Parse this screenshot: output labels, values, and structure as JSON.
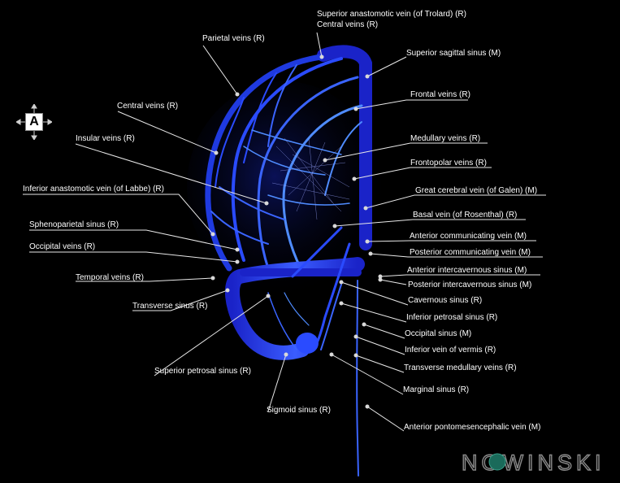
{
  "orientation": {
    "letter": "A"
  },
  "brand": {
    "text": "NOWINSKI",
    "accent_color": "#1a6a5a"
  },
  "colors": {
    "vessel_dark": "#1a23c8",
    "vessel_mid": "#2a4bff",
    "vessel_light": "#4f8cff",
    "background": "#000000"
  },
  "labels_left": [
    "Parietal veins (R)",
    "Central veins (R)",
    "Insular veins (R)",
    "Inferior anastomotic vein (of Labbe) (R)",
    "Sphenoparietal sinus (R)",
    "Occipital veins (R)",
    "Temporal veins (R)",
    "Transverse sinus (R)",
    "Superior petrosal sinus (R)",
    "Sigmoid sinus (R)"
  ],
  "labels_right": [
    "Superior anastomotic vein (of Trolard) (R)",
    "Central veins (R)",
    "Superior sagittal sinus (M)",
    "Frontal veins (R)",
    "Medullary veins (R)",
    "Frontopolar veins (R)",
    "Great cerebral vein (of Galen) (M)",
    "Basal vein (of Rosenthal) (R)",
    "Anterior communicating vein (M)",
    "Posterior communicating vein (M)",
    "Anterior intercavernous sinus (M)",
    "Posterior intercavernous sinus (M)",
    "Cavernous sinus (R)",
    "Inferior petrosal sinus (R)",
    "Occipital sinus (M)",
    "Inferior vein of vermis (R)",
    "Transverse medullary veins (R)",
    "Marginal sinus (R)",
    "Anterior pontomesencephalic vein (M)"
  ]
}
